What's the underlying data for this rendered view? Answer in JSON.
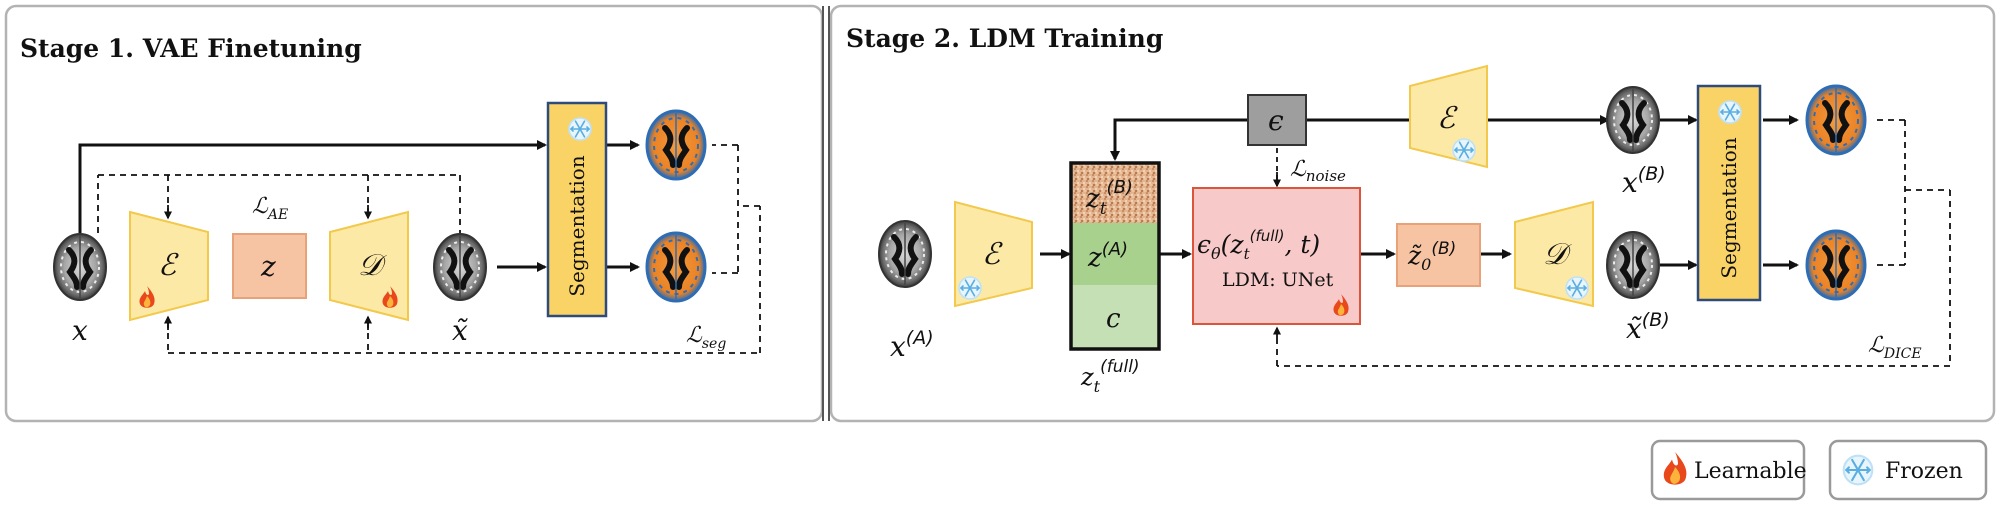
{
  "stage1": {
    "title": "Stage 1. VAE Finetuning",
    "encoder_symbol": "ℰ",
    "latent_symbol": "z",
    "decoder_symbol": "𝒟",
    "seg_label": "Segmentation",
    "input_label": "x",
    "recon_label": "x̃",
    "loss_ae": "ℒ",
    "loss_ae_sub": "AE",
    "loss_seg": "ℒ",
    "loss_seg_sub": "seg"
  },
  "stage2": {
    "title": "Stage 2. LDM Training",
    "noise_symbol": "ϵ",
    "encoder_symbol": "ℰ",
    "decoder_symbol": "𝒟",
    "seg_label": "Segmentation",
    "loss_noise": "ℒ",
    "loss_noise_sub": "noise",
    "loss_dice": "ℒ",
    "loss_dice_sub": "DICE",
    "input_a_base": "x",
    "input_a_sup": "(A)",
    "input_b_base": "x",
    "input_b_sup": "(B)",
    "recon_b_base": "x̃",
    "recon_b_sup": "(B)",
    "zt_b_base": "z",
    "zt_b_sub": "t",
    "zt_b_sup": "(B)",
    "z_a_base": "z",
    "z_a_sup": "(A)",
    "c_label": "c",
    "zt_full_base": "z",
    "zt_full_sub": "t",
    "zt_full_sup": "(full)",
    "ldm_eq_eps": "ϵ",
    "ldm_eq_theta": "θ",
    "ldm_eq_open": "(z",
    "ldm_eq_sub": "t",
    "ldm_eq_sup": "(full)",
    "ldm_eq_close": ", t)",
    "ldm_label": "LDM: UNet",
    "z0_base": "z̃",
    "z0_sub": "0",
    "z0_sup": "(B)"
  },
  "legend": {
    "learnable_label": "Learnable",
    "frozen_label": "Frozen"
  },
  "colors": {
    "encoder_fill": "#fde9a6",
    "encoder_stroke": "#f2c94c",
    "seg_fill": "#f9d366",
    "seg_stroke": "#2f4b7c",
    "latent_fill": "#f6c3a3",
    "latent_stroke": "#e8a27a",
    "ldm_fill": "#f8c9c9",
    "ldm_stroke": "#d9553c",
    "z_green_dark": "#a9d18e",
    "z_green_light": "#c5e0b4",
    "z_noise": "#e2b48f",
    "noise_box": "#9e9e9e",
    "brain_orange": "#ef8a2c",
    "brain_blue": "#2e6db4"
  }
}
